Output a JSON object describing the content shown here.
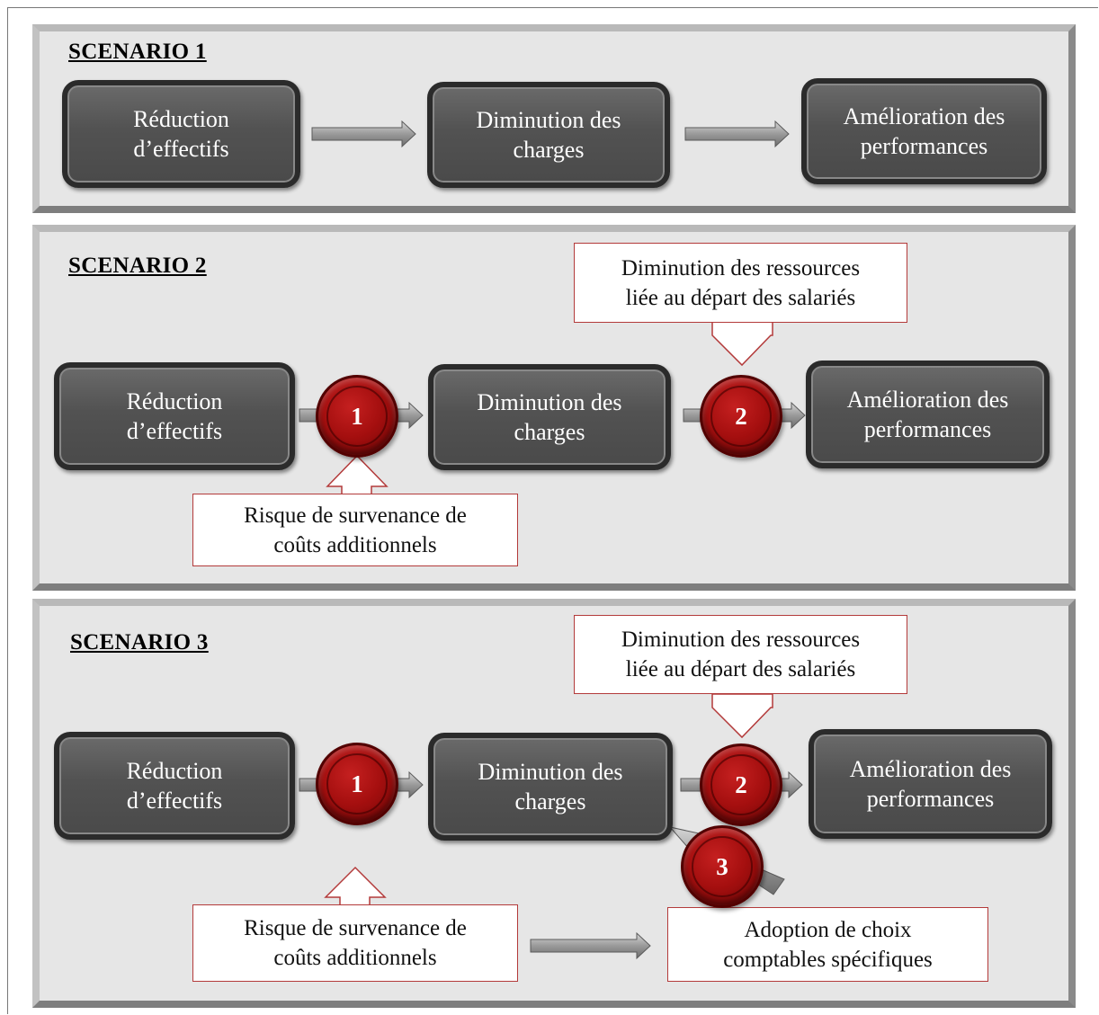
{
  "scenarios": [
    {
      "title": "SCENARIO 1",
      "boxes": [
        "Réduction\nd’effectifs",
        "Diminution des\ncharges",
        "Amélioration des\nperformances"
      ]
    },
    {
      "title": "SCENARIO 2",
      "boxes": [
        "Réduction\nd’effectifs",
        "Diminution des\ncharges",
        "Amélioration des\nperformances"
      ],
      "note_top": "Diminution des ressources\nliée au départ des salariés",
      "note_bottom": "Risque de survenance de\ncoûts additionnels",
      "markers": [
        "1",
        "2"
      ]
    },
    {
      "title": "SCENARIO 3",
      "boxes": [
        "Réduction\nd’effectifs",
        "Diminution des\ncharges",
        "Amélioration des\nperformances"
      ],
      "note_top": "Diminution des ressources\nliée au départ des salariés",
      "note_bottom": "Risque de survenance de\ncoûts additionnels",
      "note_right": "Adoption de choix\ncomptables spécifiques",
      "markers": [
        "1",
        "2",
        "3"
      ]
    }
  ],
  "colors": {
    "box_fill": "#555555",
    "marker_red": "#a50f0f",
    "note_border": "#b33a3a",
    "panel_bg": "#e6e6e6"
  }
}
